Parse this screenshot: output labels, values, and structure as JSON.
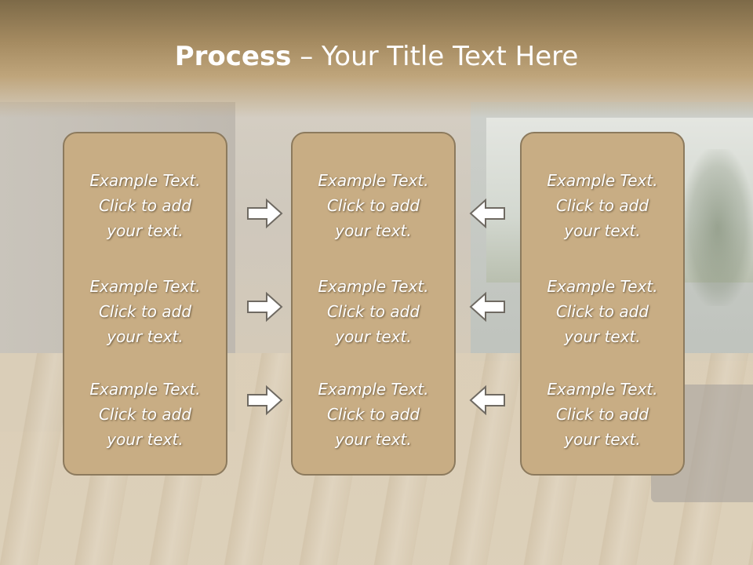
{
  "slide": {
    "title_bold": "Process",
    "title_rest": " – Your Title Text Here"
  },
  "columns": [
    {
      "items": [
        {
          "line1": "Example Text.",
          "line2": "Click  to add",
          "line3": "your text."
        },
        {
          "line1": "Example Text.",
          "line2": "Click  to add",
          "line3": "your text."
        },
        {
          "line1": "Example Text.",
          "line2": "Click  to add",
          "line3": "your text."
        }
      ]
    },
    {
      "items": [
        {
          "line1": "Example Text.",
          "line2": "Click  to add",
          "line3": "your text."
        },
        {
          "line1": "Example Text.",
          "line2": "Click  to add",
          "line3": "your text."
        },
        {
          "line1": "Example Text.",
          "line2": "Click  to add",
          "line3": "your text."
        }
      ]
    },
    {
      "items": [
        {
          "line1": "Example Text.",
          "line2": "Click  to add",
          "line3": "your text."
        },
        {
          "line1": "Example Text.",
          "line2": "Click  to add",
          "line3": "your text."
        },
        {
          "line1": "Example Text.",
          "line2": "Click  to add",
          "line3": "your text."
        }
      ]
    }
  ],
  "arrows": {
    "left_group": "arrow-right-icon",
    "right_group": "arrow-left-icon"
  },
  "colors": {
    "panel_fill": "#c8ad84",
    "panel_border": "#8c7a5d",
    "header": "#a48a60",
    "text": "#ffffff"
  }
}
